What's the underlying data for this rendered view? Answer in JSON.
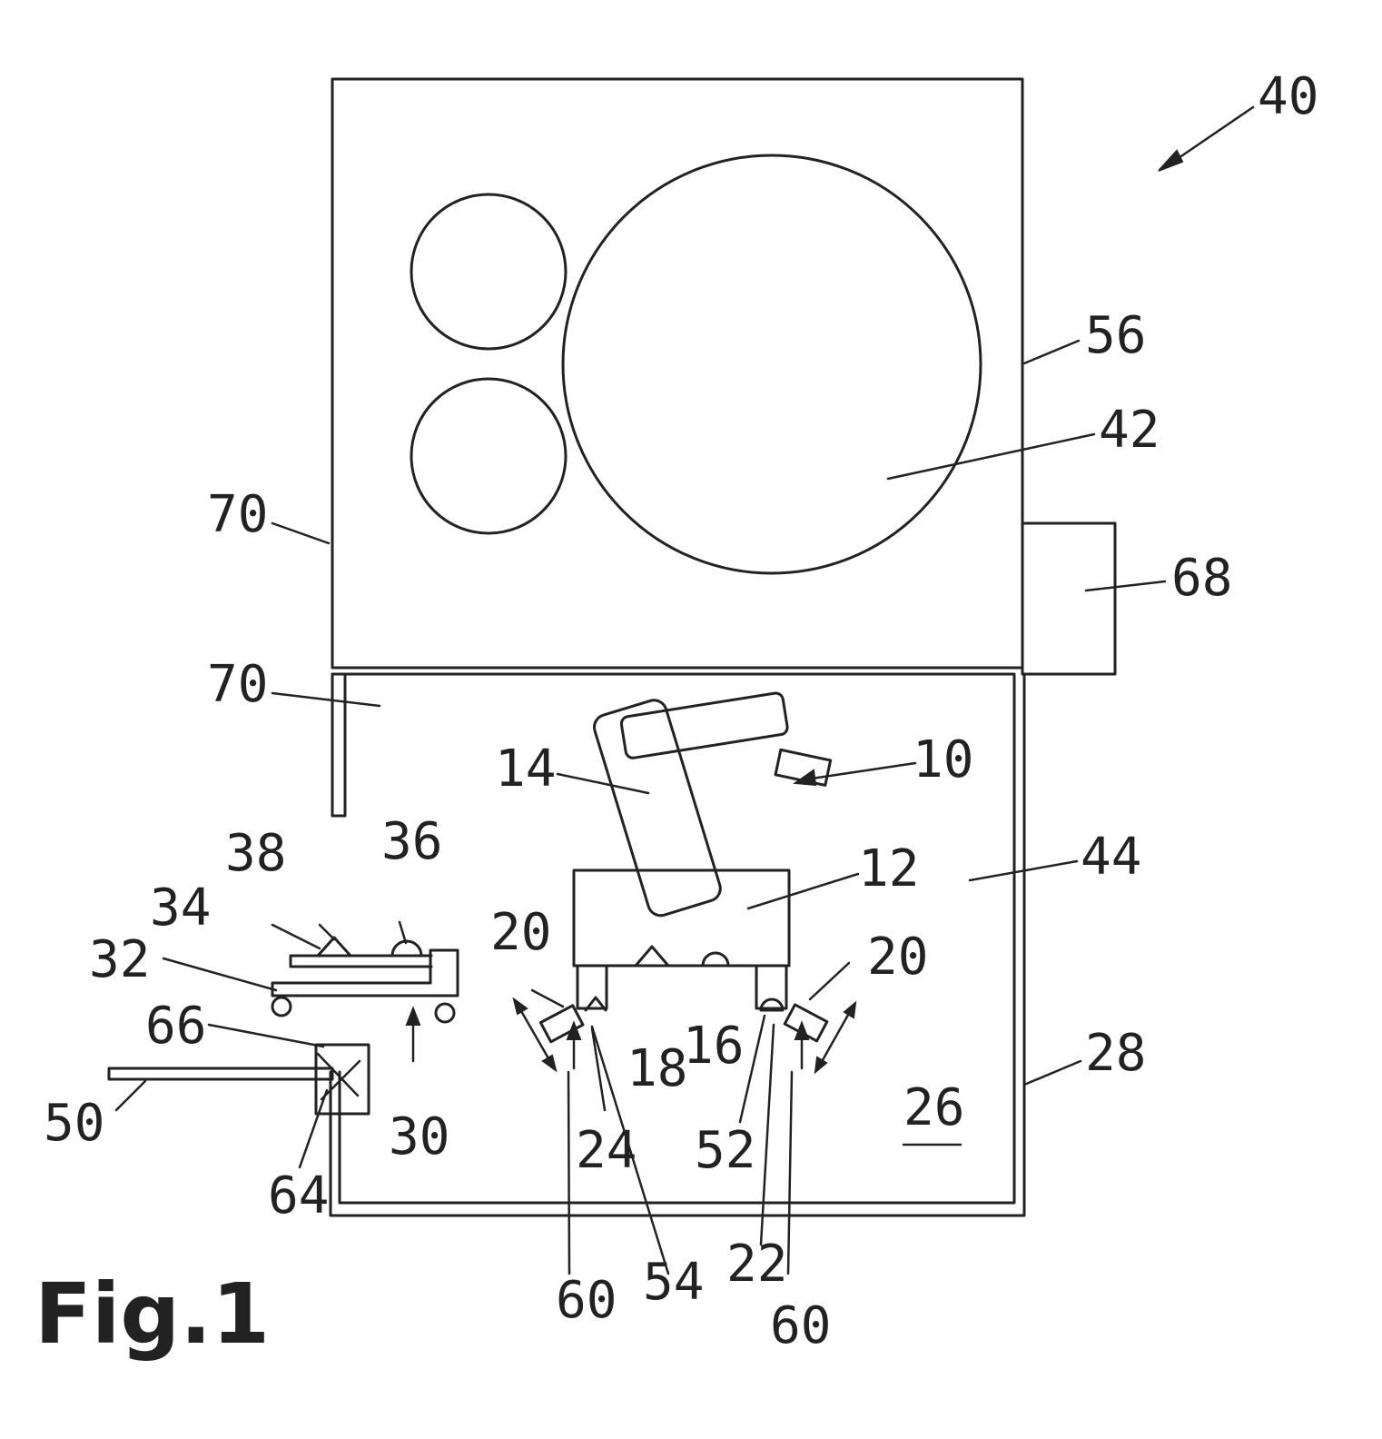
{
  "figure": {
    "caption": "Fig.1",
    "refs": {
      "r40": "40",
      "r56": "56",
      "r42": "42",
      "r68": "68",
      "r70a": "70",
      "r70b": "70",
      "r10": "10",
      "r14": "14",
      "r12": "12",
      "r44": "44",
      "r38": "38",
      "r36": "36",
      "r34": "34",
      "r32": "32",
      "r66": "66",
      "r50": "50",
      "r30": "30",
      "r64": "64",
      "r20a": "20",
      "r20b": "20",
      "r18": "18",
      "r16": "16",
      "r24": "24",
      "r52": "52",
      "r26": "26",
      "r28": "28",
      "r60a": "60",
      "r54": "54",
      "r22": "22",
      "r60b": "60"
    }
  }
}
